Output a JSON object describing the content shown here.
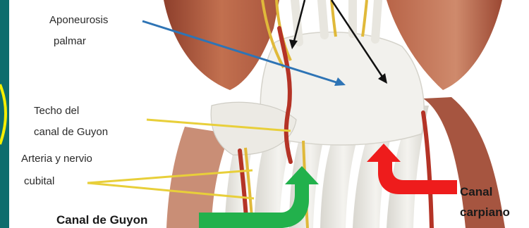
{
  "labels": {
    "aponeurosis_line1": "Aponeurosis",
    "aponeurosis_line2": "palmar",
    "techo_line1": "Techo del",
    "techo_line2": "canal de Guyon",
    "arteria_line1": "Arteria y nervio",
    "arteria_line2": "cubital",
    "canal_guyon": "Canal de Guyon",
    "canal_carpiano_line1": "Canal",
    "canal_carpiano_line2": "carpiano"
  },
  "colors": {
    "side_panel": "#0e6d6d",
    "accent_yellow": "#f5ef00",
    "muscle": "#b8644a",
    "tendon": "#ecebe6",
    "arrow_blue": "#2e74b5",
    "arrow_black": "#111111",
    "pointer_yellow": "#e8cf3a",
    "arrow_green": "#22b14c",
    "arrow_red": "#ee1c1c"
  }
}
